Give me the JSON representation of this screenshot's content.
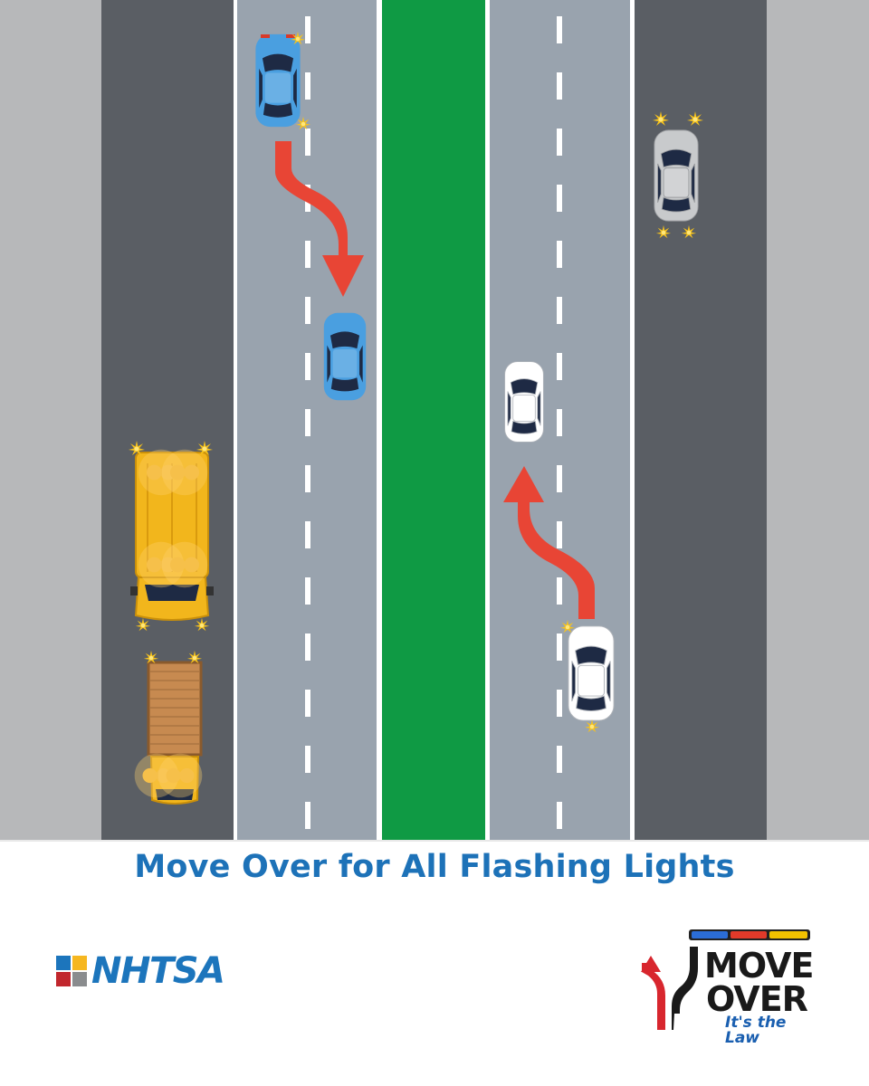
{
  "headline": "Move Over for All Flashing Lights",
  "agency_logo": {
    "text": "NHTSA",
    "icon_colors": [
      "#1c75bc",
      "#f6b720",
      "#c1272d",
      "#8a8c8e"
    ]
  },
  "campaign_logo": {
    "line1": "MOVE",
    "line2": "OVER",
    "tagline": "It's the Law",
    "lightbar_colors": [
      "#2b6dd6",
      "#e23a2a",
      "#f2c200"
    ]
  },
  "colors": {
    "shoulder": "#b7b8ba",
    "dark_lane": "#5a5e64",
    "travel_lane": "#99a3ae",
    "median": "#0f9a44",
    "arrow": "#e84535",
    "blue_car": "#4a9fe0",
    "white_car": "#ffffff",
    "silver_car": "#c8cacc",
    "truck": "#f2b61c",
    "headline": "#1d72b8"
  }
}
